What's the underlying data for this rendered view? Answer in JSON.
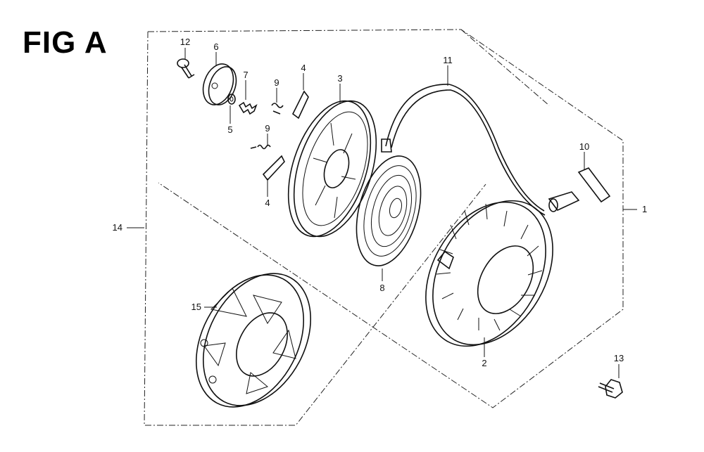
{
  "title": "FIG A",
  "callouts": [
    {
      "id": "c12",
      "text": "12"
    },
    {
      "id": "c6",
      "text": "6"
    },
    {
      "id": "c7",
      "text": "7"
    },
    {
      "id": "c5",
      "text": "5"
    },
    {
      "id": "c9a",
      "text": "9"
    },
    {
      "id": "c4a",
      "text": "4"
    },
    {
      "id": "c3",
      "text": "3"
    },
    {
      "id": "c9b",
      "text": "9"
    },
    {
      "id": "c4b",
      "text": "4"
    },
    {
      "id": "c11",
      "text": "11"
    },
    {
      "id": "c10",
      "text": "10"
    },
    {
      "id": "c1",
      "text": "1"
    },
    {
      "id": "c14",
      "text": "14"
    },
    {
      "id": "c8",
      "text": "8"
    },
    {
      "id": "c15",
      "text": "15"
    },
    {
      "id": "c2",
      "text": "2"
    },
    {
      "id": "c13",
      "text": "13"
    }
  ]
}
